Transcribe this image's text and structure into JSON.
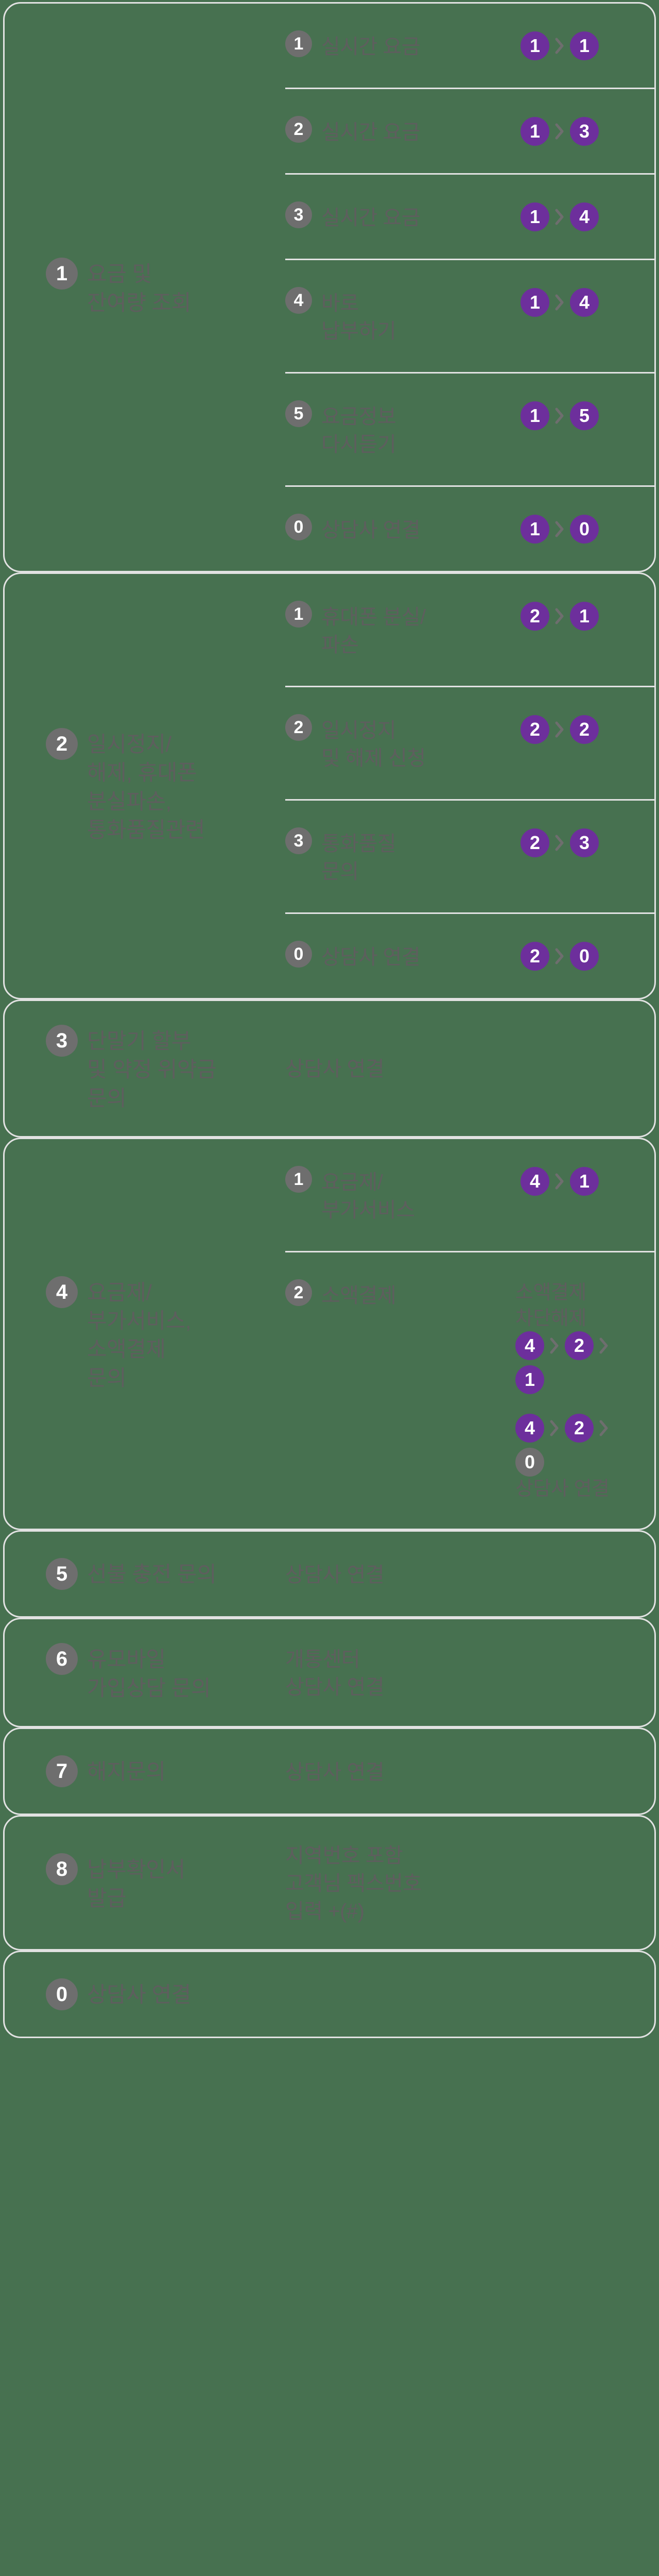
{
  "meta": {
    "title": "ARS 메뉴 안내",
    "colors": {
      "background": "#477150",
      "card_border": "#e2e2e2",
      "text": "#5e5e5e",
      "key_purple": "#6d2f9c",
      "badge_gray": "#6e6e6e"
    }
  },
  "menu": [
    {
      "key": "1",
      "label": "요금 및\n잔여량 조회",
      "children": [
        {
          "key": "1",
          "label": "실시간 요금",
          "sequence": [
            "1",
            "1"
          ],
          "note": ""
        },
        {
          "key": "2",
          "label": "실시간 요금",
          "sequence": [
            "1",
            "3"
          ],
          "note": ""
        },
        {
          "key": "3",
          "label": "실시간 요금",
          "sequence": [
            "1",
            "4"
          ],
          "note": ""
        },
        {
          "key": "4",
          "label": "바로\n납부하기",
          "sequence": [
            "1",
            "4"
          ],
          "note": ""
        },
        {
          "key": "5",
          "label": "요금정보\n다시듣기",
          "sequence": [
            "1",
            "5"
          ],
          "note": ""
        },
        {
          "key": "0",
          "label": "상담사 연결",
          "sequence": [
            "1",
            "0"
          ],
          "note": ""
        }
      ]
    },
    {
      "key": "2",
      "label": "일시정지/\n해제, 휴대폰\n분실파손,\n통화품질관련",
      "children": [
        {
          "key": "1",
          "label": "휴대폰 분실/\n파손",
          "sequence": [
            "2",
            "1"
          ],
          "note": ""
        },
        {
          "key": "2",
          "label": "일시정지\n및 해제 신청",
          "sequence": [
            "2",
            "2"
          ],
          "note": ""
        },
        {
          "key": "3",
          "label": "통화품질\n문의",
          "sequence": [
            "2",
            "3"
          ],
          "note": ""
        },
        {
          "key": "0",
          "label": "상담사 연결",
          "sequence": [
            "2",
            "0"
          ],
          "note": ""
        }
      ]
    },
    {
      "key": "3",
      "label": "단말기 할부\n및 약정 위약금\n문의",
      "note": "상담사 연결",
      "children": []
    },
    {
      "key": "4",
      "label": "요금제/\n부가서비스,\n소액결제\n문의",
      "children": [
        {
          "key": "1",
          "label": "요금제/\n부가서비스",
          "sequence": [
            "4",
            "1"
          ],
          "note": ""
        },
        {
          "key": "2",
          "label": "소액결제",
          "branches": [
            {
              "sequence": [
                "4",
                "2",
                "1"
              ],
              "note": "소액결제\n차단해제"
            },
            {
              "sequence": [
                "4",
                "2",
                "0"
              ],
              "note": "상담사 연결"
            }
          ]
        }
      ]
    },
    {
      "key": "5",
      "label": "선불 충전 문의",
      "note": "상담사 연결",
      "children": []
    },
    {
      "key": "6",
      "label": "유모바일\n가입상담 문의",
      "note": "개통센터\n상담사 연결",
      "children": []
    },
    {
      "key": "7",
      "label": "해지문의",
      "note": "상담사 연결",
      "children": []
    },
    {
      "key": "8",
      "label": "납부확인서\n발급",
      "note": "지역번호 포함\n고객님 팩스번호\n입력 +(#)",
      "children": []
    },
    {
      "key": "0",
      "label": "상담사 연결",
      "note": "",
      "children": []
    }
  ]
}
